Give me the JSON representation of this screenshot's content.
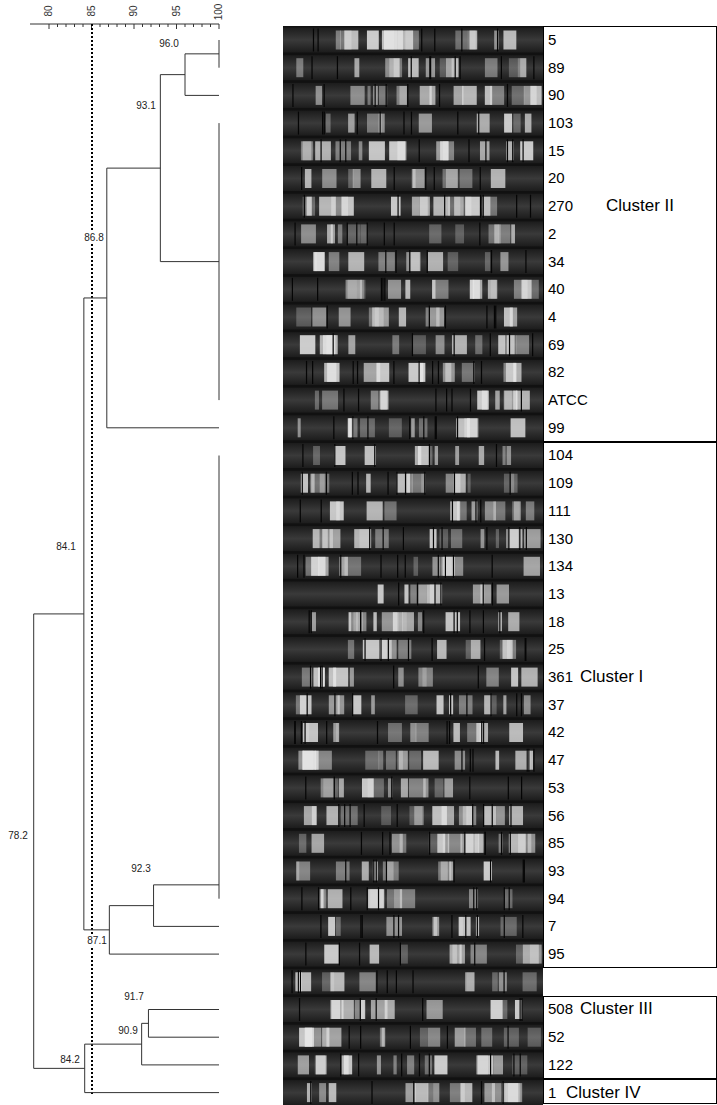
{
  "diagram": {
    "nodes": [
      {
        "text": [
          "5",
          "89",
          "90",
          "103",
          "15",
          "20",
          "270",
          "Cluster II",
          "2",
          "34",
          "40",
          "4",
          "69",
          "82",
          "ATCC",
          "99"
        ]
      },
      {
        "text": [
          "104",
          "109",
          "111",
          "130",
          "134",
          "13",
          "18",
          "25",
          "361",
          "Cluster I",
          "37",
          "42",
          "47",
          "53",
          "56",
          "85",
          "93",
          "94",
          "7",
          "95"
        ]
      },
      {
        "text": [
          "508",
          "Cluster III",
          "52",
          "122"
        ]
      },
      {
        "text": [
          "1",
          "Cluster IV"
        ]
      }
    ],
    "labels": [
      "80",
      "85",
      "90",
      "95",
      "100",
      "96.0",
      "93.1",
      "86.8",
      "84.1",
      "92.3",
      "87.1",
      "78.2",
      "91.7",
      "90.9",
      "84.2"
    ]
  }
}
